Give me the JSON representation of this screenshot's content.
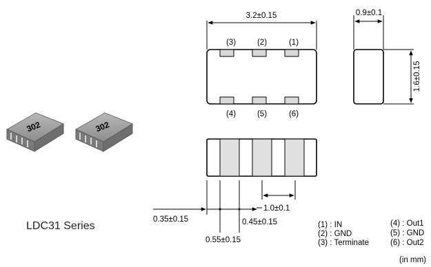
{
  "product": {
    "series_name": "LDC31 Series",
    "marking": "302"
  },
  "dimensions": {
    "length": "3.2±0.15",
    "thickness": "0.9±0.1",
    "width": "1.6±0.15",
    "electrode_pitch": "1.0±0.1",
    "end_margin": "0.35±0.15",
    "electrode_width_a": "0.55±0.15",
    "electrode_width_b": "0.45±0.15",
    "unit_note": "(in mm)"
  },
  "pins": {
    "top": [
      "(3)",
      "(2)",
      "(1)"
    ],
    "bottom": [
      "(4)",
      "(5)",
      "(6)"
    ]
  },
  "legend": [
    {
      "left": "(1) : IN",
      "right": "(4) : Out1"
    },
    {
      "left": "(2) : GND",
      "right": "(5) : GND"
    },
    {
      "left": "(3) : Terminate",
      "right": "(6) : Out2"
    }
  ],
  "colors": {
    "line": "#000000",
    "pad_fill": "#d9d9d9",
    "chip_body": "#8a8a8a"
  }
}
